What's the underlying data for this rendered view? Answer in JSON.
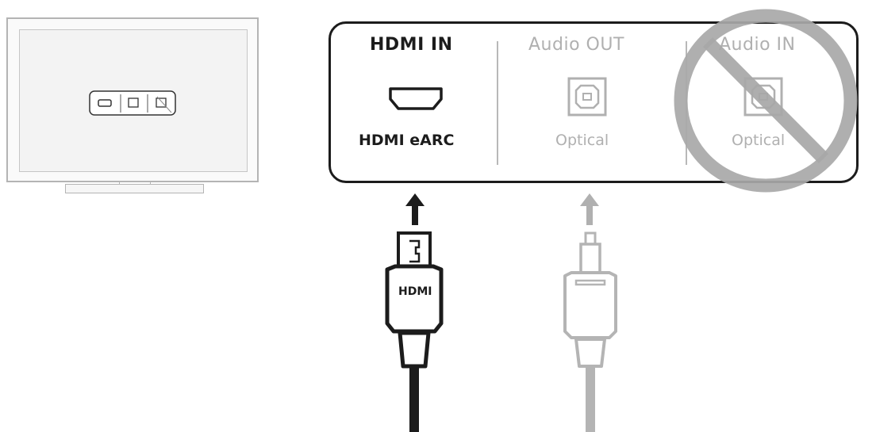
{
  "panel": {
    "hdmi_in_title": "HDMI IN",
    "hdmi_earc_label": "HDMI eARC",
    "audio_out_title": "Audio OUT",
    "audio_out_label": "Optical",
    "audio_in_title": "Audio IN",
    "audio_in_label": "Optical"
  },
  "cable": {
    "hdmi_plug_label": "HDMI"
  },
  "colors": {
    "active": "#1c1c1c",
    "inactive": "#b0b0b0",
    "prohibition": "#a8a8a8"
  },
  "icons": {
    "hdmi_port": "hdmi-port-icon",
    "optical_port": "optical-port-icon",
    "prohibited": "prohibited-icon",
    "hdmi_plug": "hdmi-plug-icon",
    "optical_plug": "optical-plug-icon"
  }
}
